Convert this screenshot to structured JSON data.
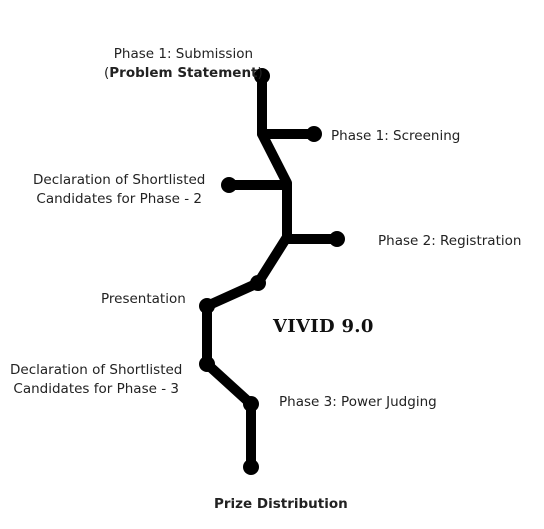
{
  "colors": {
    "line": "#000000",
    "text": "#222222"
  },
  "brand": "VIVID 9.0",
  "labels": {
    "submission_line1": "Phase 1: Submission",
    "submission_open": "(",
    "submission_bold": "Problem Statement",
    "submission_close": ")",
    "screening": "Phase 1: Screening",
    "shortlist2_line1": "Declaration of Shortlisted",
    "shortlist2_line2": "Candidates for Phase - 2",
    "registration": "Phase 2: Registration",
    "presentation": "Presentation",
    "shortlist3_line1": "Declaration of Shortlisted",
    "shortlist3_line2": "Candidates for Phase - 3",
    "power_judging": "Phase 3: Power Judging",
    "prize": "Prize Distribution"
  }
}
